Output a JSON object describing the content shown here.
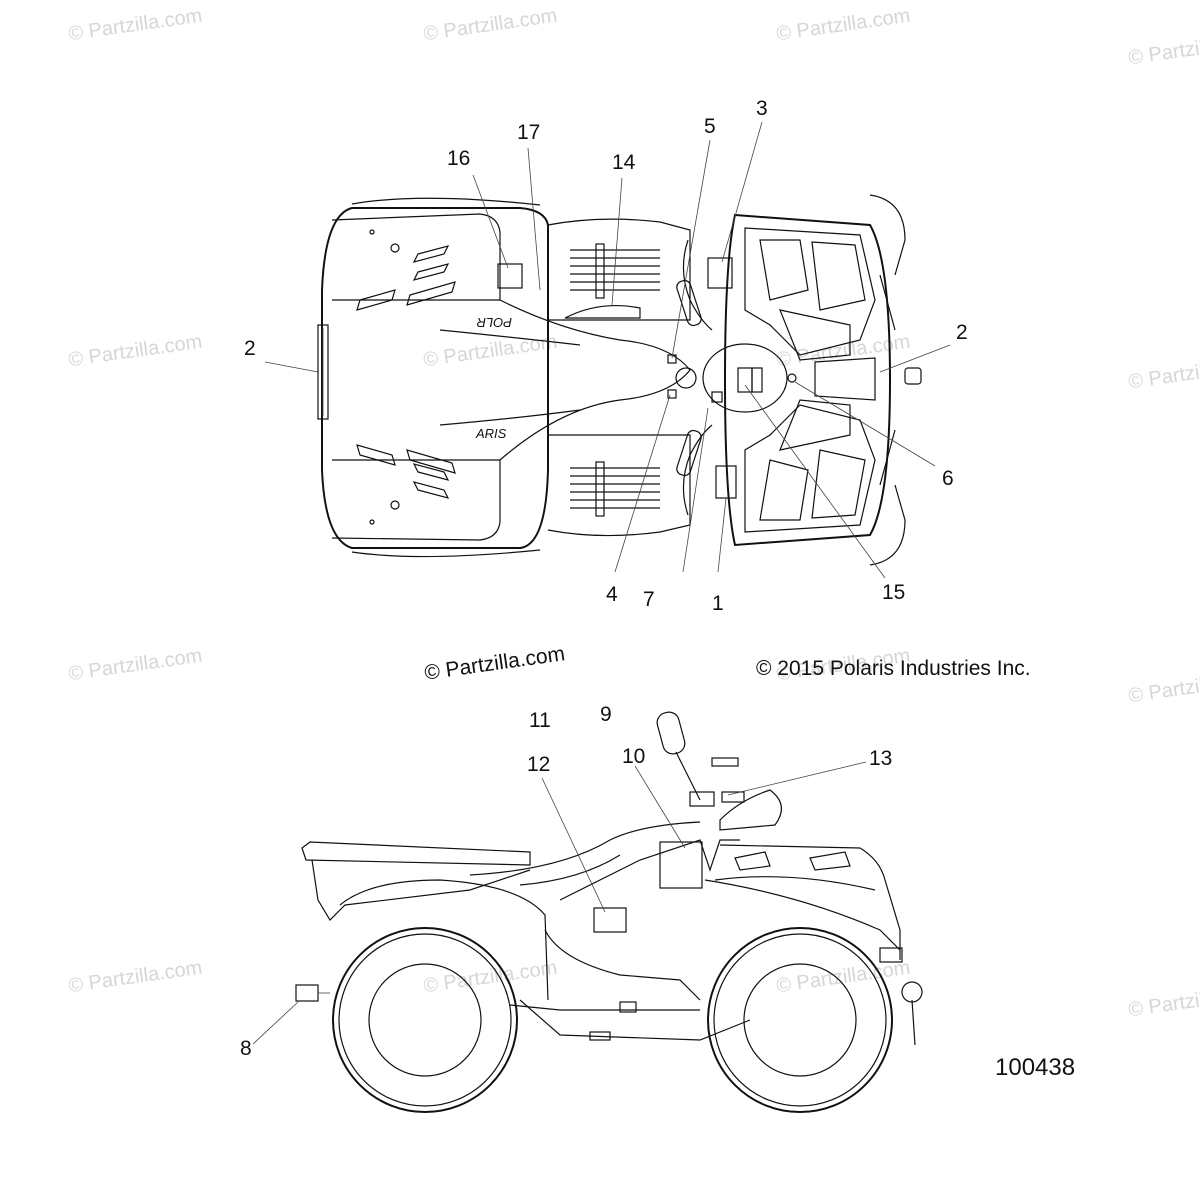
{
  "watermark": {
    "text": "© Partzilla.com"
  },
  "center_watermark": {
    "text": "© Partzilla.com"
  },
  "copyright": "© 2015 Polaris Industries Inc.",
  "figure_number": "100438",
  "top_view": {
    "callouts": [
      {
        "id": "c16",
        "label": "16"
      },
      {
        "id": "c17",
        "label": "17"
      },
      {
        "id": "c14",
        "label": "14"
      },
      {
        "id": "c5",
        "label": "5"
      },
      {
        "id": "c3",
        "label": "3"
      },
      {
        "id": "c2l",
        "label": "2"
      },
      {
        "id": "c2r",
        "label": "2"
      },
      {
        "id": "c6",
        "label": "6"
      },
      {
        "id": "c15",
        "label": "15"
      },
      {
        "id": "c4",
        "label": "4"
      },
      {
        "id": "c7",
        "label": "7"
      },
      {
        "id": "c1",
        "label": "1"
      }
    ],
    "fender_text_top": "POLR",
    "fender_text_bottom": "ARIS"
  },
  "side_view": {
    "callouts": [
      {
        "id": "c11",
        "label": "11"
      },
      {
        "id": "c9",
        "label": "9"
      },
      {
        "id": "c12",
        "label": "12"
      },
      {
        "id": "c10",
        "label": "10"
      },
      {
        "id": "c13",
        "label": "13"
      },
      {
        "id": "c8",
        "label": "8"
      }
    ]
  }
}
